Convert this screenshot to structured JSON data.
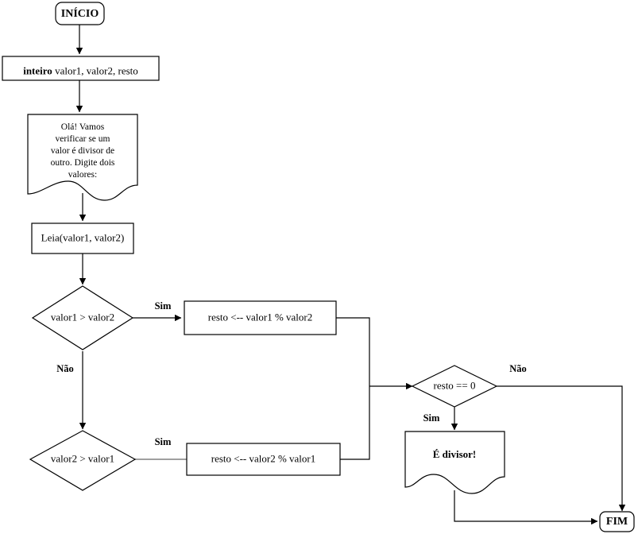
{
  "diagram": {
    "title": "Fluxograma - verificacao de divisor",
    "language": "pt-BR",
    "colors": {
      "stroke": "#000000",
      "stroke_gray": "#808080",
      "fill": "#ffffff",
      "text": "#000000"
    }
  },
  "nodes": {
    "start": {
      "type": "terminator",
      "label": "INÍCIO"
    },
    "declare": {
      "type": "process",
      "label_bold": "inteiro",
      "label_rest": " valor1, valor2, resto"
    },
    "message": {
      "type": "document",
      "lines": [
        "Olá! Vamos",
        "verificar se um",
        "valor é divisor de",
        "outro. Digite dois",
        "valores:"
      ]
    },
    "read": {
      "type": "process",
      "label": "Leia(valor1, valor2)"
    },
    "decision1": {
      "type": "decision",
      "label": "valor1 > valor2"
    },
    "decision2": {
      "type": "decision",
      "label": "valor2 > valor1"
    },
    "calc1": {
      "type": "process",
      "label": "resto <-- valor1 % valor2"
    },
    "calc2": {
      "type": "process",
      "label": "resto <-- valor2 % valor1"
    },
    "decision3": {
      "type": "decision",
      "label": "resto == 0"
    },
    "output": {
      "type": "document",
      "label": "É divisor!"
    },
    "end": {
      "type": "terminator",
      "label": "FIM"
    }
  },
  "edges": {
    "d1_yes": "Sim",
    "d1_no": "Não",
    "d2_yes": "Sim",
    "d3_yes": "Sim",
    "d3_no": "Não"
  }
}
